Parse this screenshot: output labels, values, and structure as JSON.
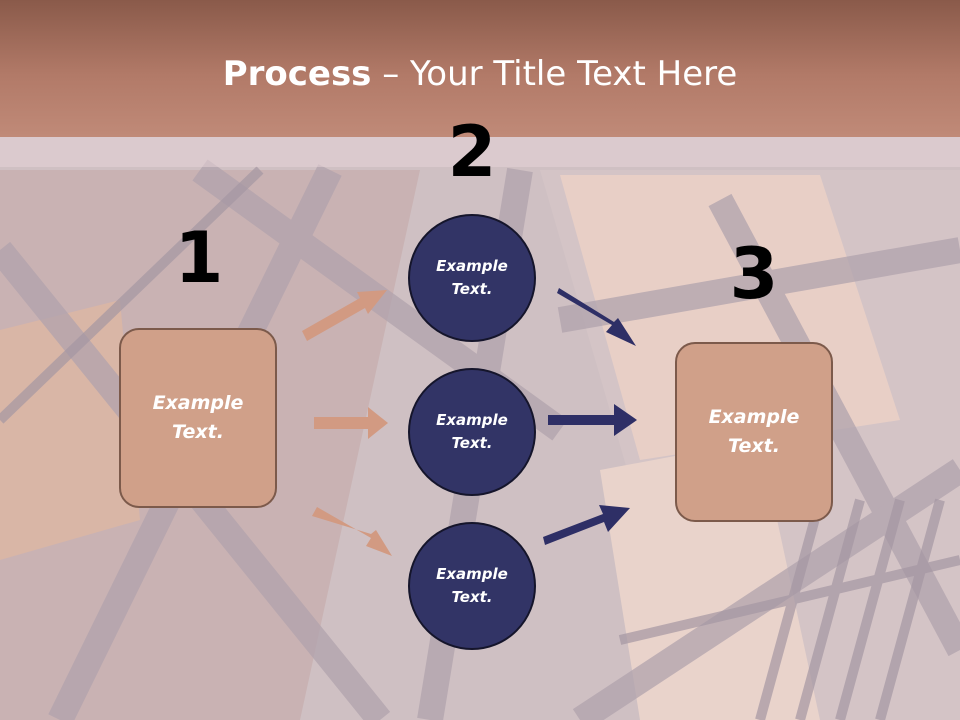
{
  "title": {
    "strong": "Process",
    "rest": " – Your Title Text Here"
  },
  "steps": [
    {
      "number": "1",
      "text": "Example Text."
    },
    {
      "number": "2"
    },
    {
      "number": "3",
      "text": "Example Text."
    }
  ],
  "circles": [
    {
      "text": "Example Text."
    },
    {
      "text": "Example Text."
    },
    {
      "text": "Example Text."
    }
  ],
  "colors": {
    "box_fill": "#d0a089",
    "circle_fill": "#323466",
    "arrow_tan": "#d29a82",
    "arrow_navy": "#2e2f66",
    "title_bar": "#b27a68"
  }
}
